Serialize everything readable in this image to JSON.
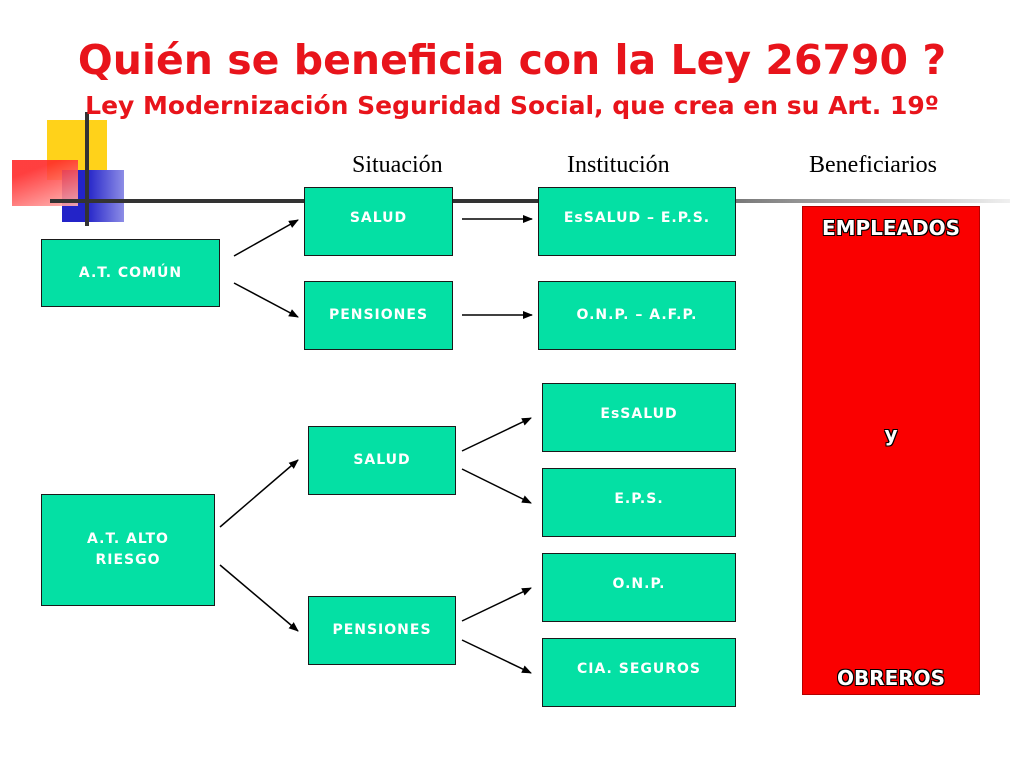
{
  "title": "Quién se beneficia con la Ley 26790 ?",
  "subtitle": "Ley Modernización Seguridad  Social, que crea en su Art. 19º",
  "columns": {
    "situacion": "Situación",
    "institucion": "Institución",
    "beneficiarios": "Beneficiarios"
  },
  "comun": {
    "label": "A.T. COMÚN",
    "salud": "SALUD",
    "pensiones": "PENSIONES",
    "inst_salud": "EsSALUD – E.P.S.",
    "inst_pensiones": "O.N.P. – A.F.P."
  },
  "alto_riesgo": {
    "label_line1": "A.T. ALTO",
    "label_line2": "RIESGO",
    "salud": "SALUD",
    "pensiones": "PENSIONES",
    "inst_essalud": "EsSALUD",
    "inst_eps": "E.P.S.",
    "inst_onp": "O.N.P.",
    "inst_cia": "CIA. SEGUROS"
  },
  "beneficiarios": {
    "top": "EMPLEADOS",
    "middle": "y",
    "bottom": "OBREROS"
  },
  "colors": {
    "title": "#e8141b",
    "box_fill": "#04e0a4",
    "beneficiarios_fill": "#fa0000"
  }
}
